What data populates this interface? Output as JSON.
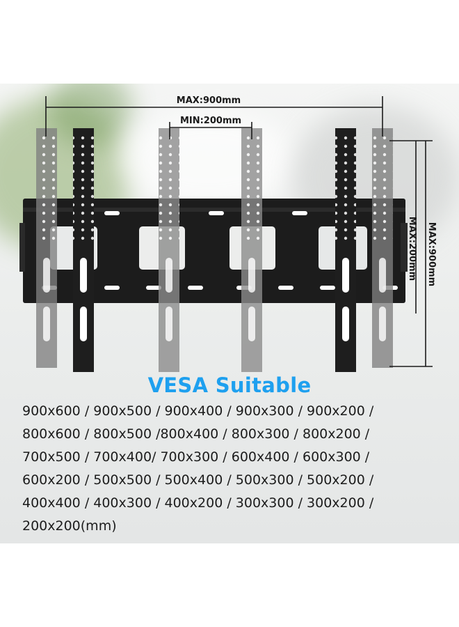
{
  "dimensions": {
    "max_width": "MAX:900mm",
    "min_width": "MIN:200mm",
    "max_height": "MAX:900mm",
    "min_height": "MAX:200mm"
  },
  "title": "VESA Suitable",
  "sizes": [
    "900x600 / 900x500 / 900x400 / 900x300 / 900x200 /",
    "800x600 / 800x500 /800x400 / 800x300 / 800x200 /",
    "700x500 / 700x400/ 700x300 / 600x400 / 600x300 /",
    "600x200 / 500x500 / 500x400 / 500x300 / 500x200 /",
    "400x400 / 400x300 / 400x200 / 300x300 / 300x200 /",
    "200x200(mm)"
  ],
  "colors": {
    "title": "#1ea0ef",
    "mount": "#1c1c1c",
    "arm_dark": "#1e1e1e",
    "arm_light": "#8c8c8c",
    "text": "#1c1c1c"
  }
}
